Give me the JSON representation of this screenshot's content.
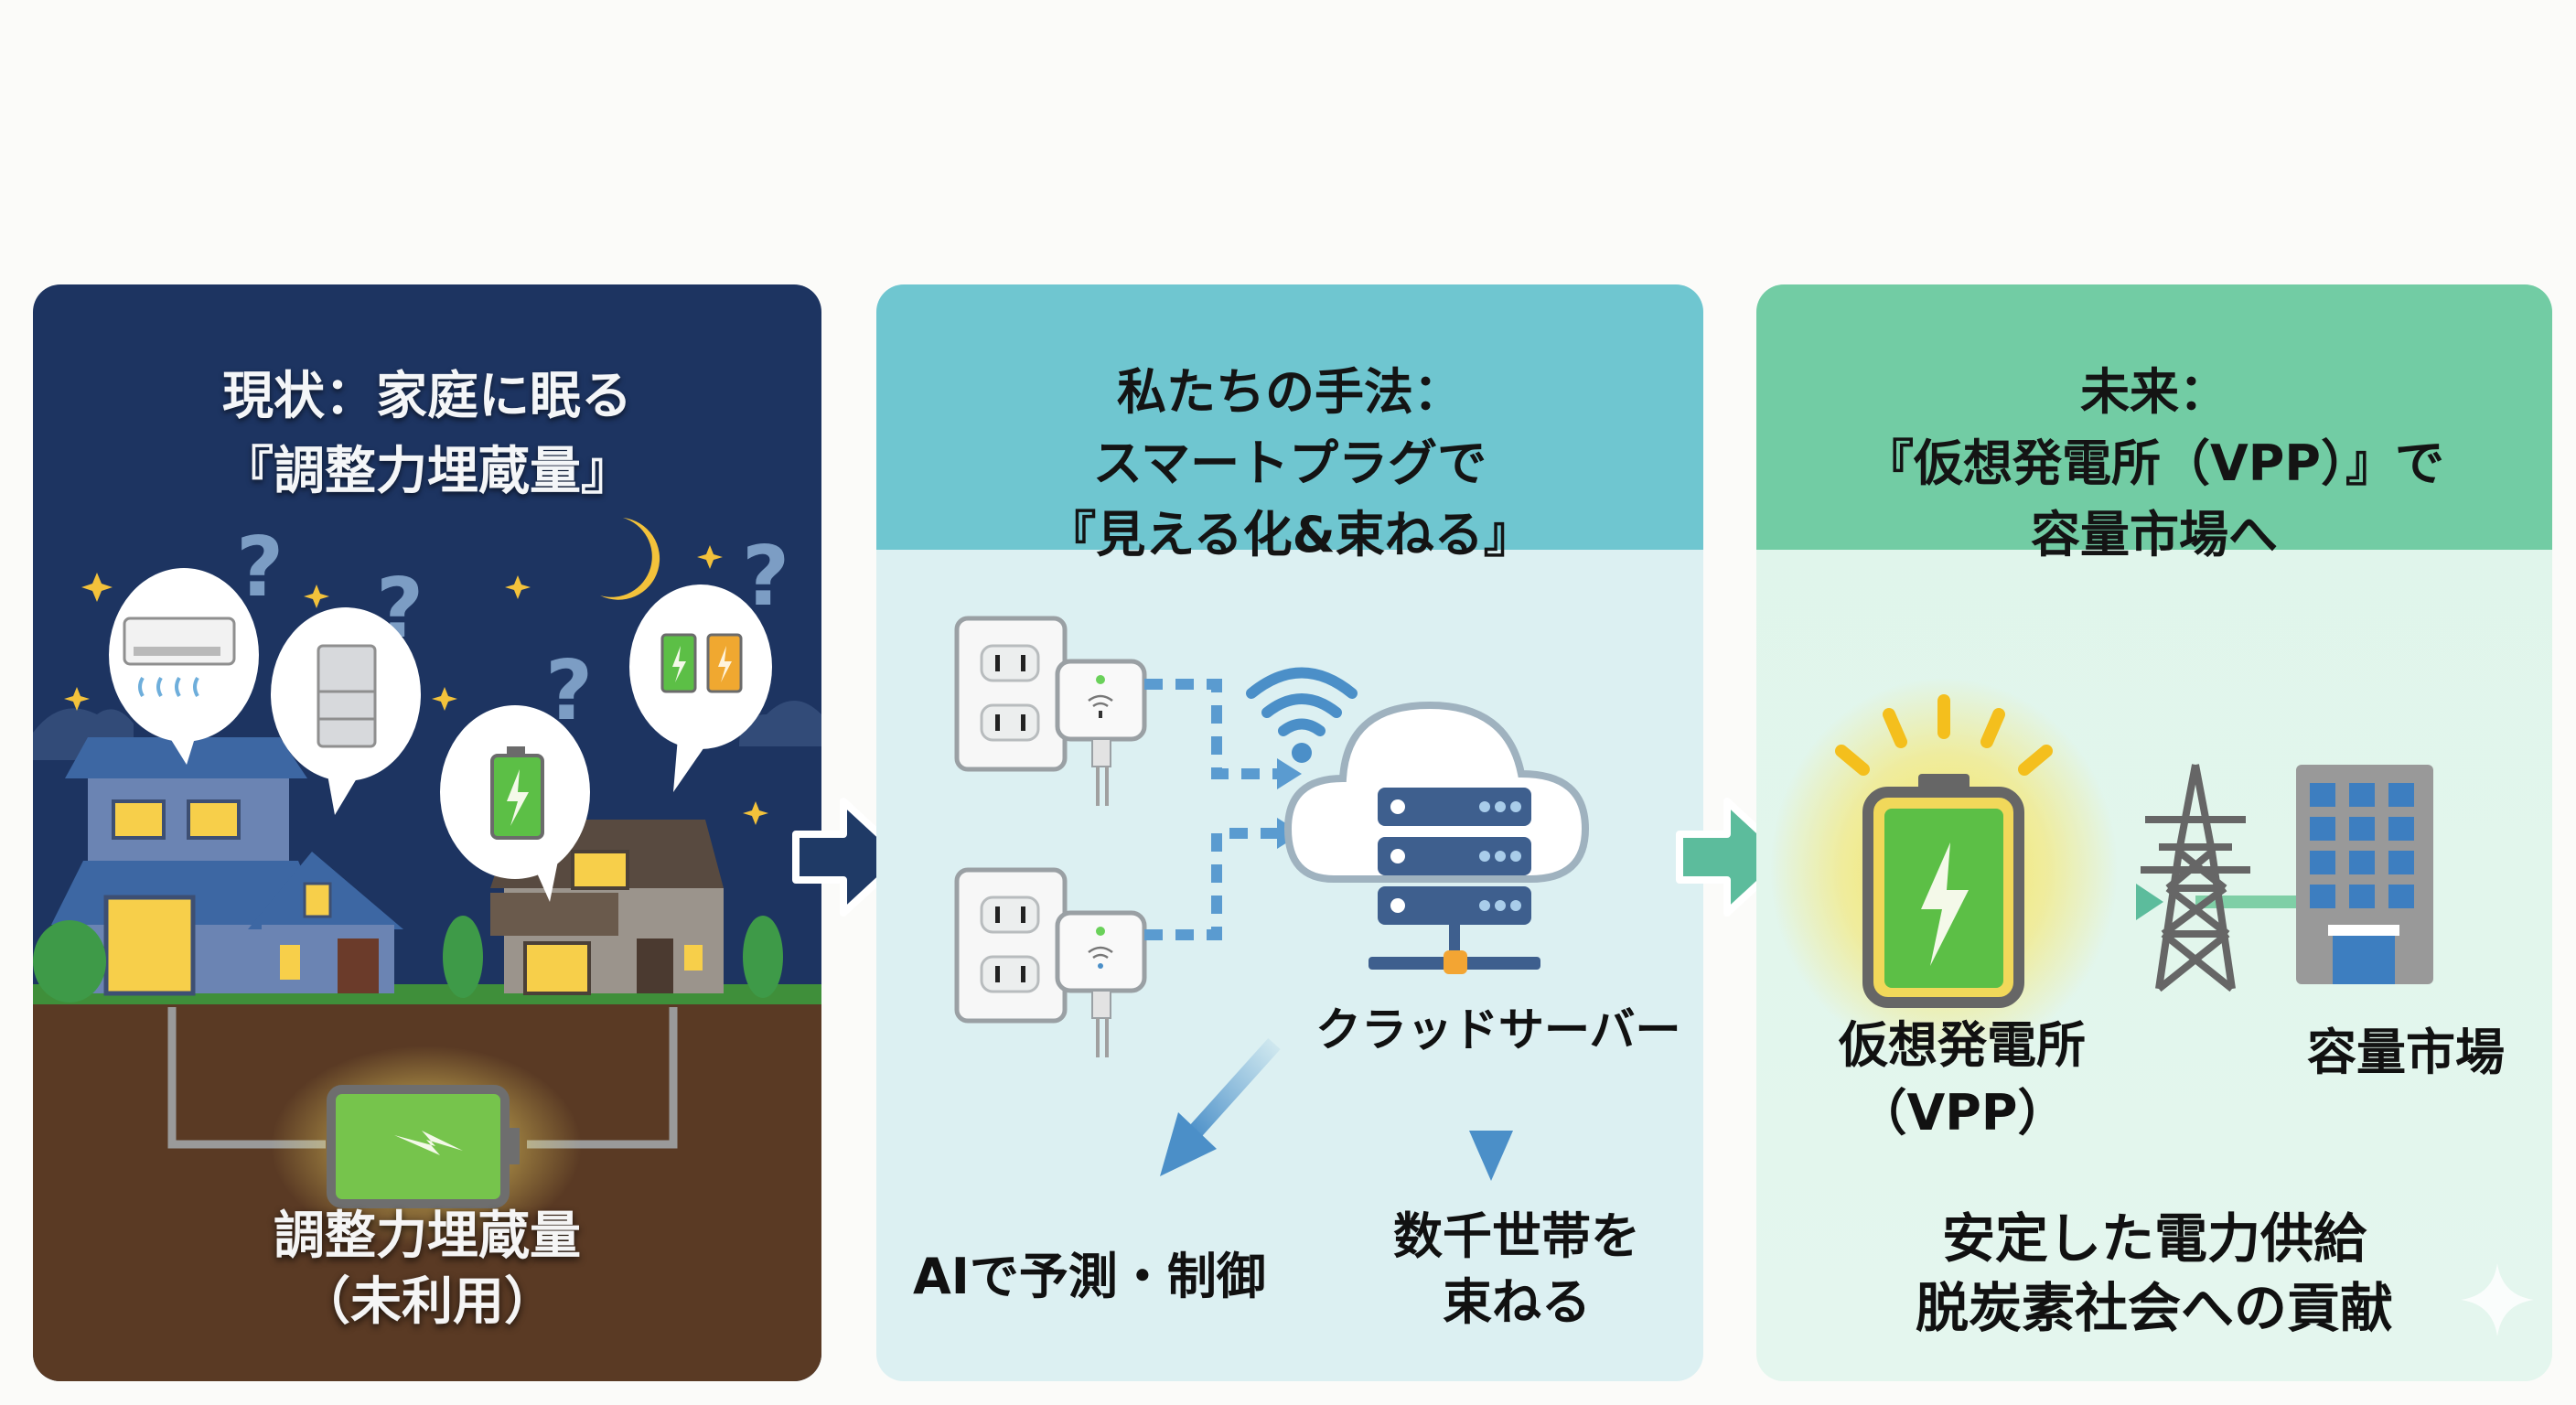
{
  "panels": {
    "current": {
      "title_lines": [
        "現状：家庭に眠る",
        "『調整力埋蔵量』"
      ],
      "buried_label_lines": [
        "調整力埋蔵量",
        "（未利用）"
      ],
      "colors": {
        "sky": "#1d3461",
        "ground": "#5a3a24",
        "grass": "#3f8f3a"
      },
      "icons": [
        "air-conditioner-icon",
        "refrigerator-icon",
        "battery-icon",
        "battery-pair-icon",
        "question-mark-icon",
        "moon-icon",
        "star-icon",
        "house-icon",
        "tree-icon"
      ]
    },
    "method": {
      "title_lines": [
        "私たちの手法：",
        "スマートプラグで",
        "『見える化&束ねる』"
      ],
      "cloud_label": "クラッドサーバー",
      "ai_label": "AIで予測・制御",
      "bundle_label_lines": [
        "数千世帯を",
        "束ねる"
      ],
      "colors": {
        "header": "#6fc6d0",
        "body": "#dcf0f2",
        "accent": "#4b8fc8",
        "server": "#3e5f8e"
      },
      "icons": [
        "outlet-icon",
        "smart-plug-icon",
        "wifi-icon",
        "cloud-server-icon"
      ]
    },
    "future": {
      "title_lines": [
        "未来：",
        "『仮想発電所（VPP）』で",
        "容量市場へ"
      ],
      "vpp_label_lines": [
        "仮想発電所",
        "（VPP）"
      ],
      "market_label": "容量市場",
      "goal_lines": [
        "安定した電力供給",
        "脱炭素社会への貢献"
      ],
      "colors": {
        "header": "#72cca4",
        "body": "#e2f5ec",
        "battery": "#5cbf46",
        "glow": "#f7d94a"
      },
      "icons": [
        "glowing-battery-icon",
        "transmission-tower-icon",
        "office-building-icon",
        "sparkle-icon"
      ]
    }
  },
  "flow_arrows": [
    {
      "from": "current",
      "to": "method",
      "color": "#1f3a66"
    },
    {
      "from": "method",
      "to": "future",
      "color": "#5cbc9c"
    }
  ]
}
